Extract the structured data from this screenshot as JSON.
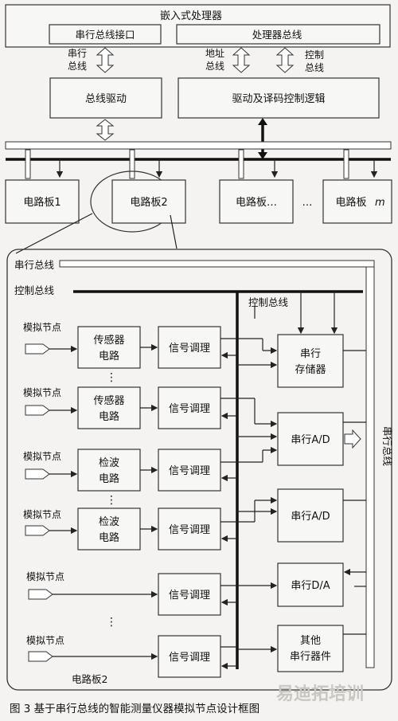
{
  "processor": {
    "title": "嵌入式处理器",
    "serial_interface": "串行总线接口",
    "processor_bus": "处理器总线"
  },
  "top_labels": {
    "serial_bus_1": "串行",
    "serial_bus_2": "总线",
    "address_1": "地址",
    "address_2": "总线",
    "control_1": "控制",
    "control_2": "总线"
  },
  "blocks": {
    "bus_driver": "总线驱动",
    "decoder": "驱动及译码控制逻辑"
  },
  "boards": {
    "b1": "电路板1",
    "b2": "电路板2",
    "b3": "电路板…",
    "ellipsis": "…",
    "bm_prefix": "电路板",
    "bm_suffix": "m"
  },
  "detail": {
    "serial_bus": "串行总线",
    "control_bus": "控制总线",
    "control_bus_inner": "控制总线",
    "serial_bus_vertical": "串行总线",
    "board_label": "电路板2",
    "analog_node": "模拟节点",
    "sensor_1": "传感器",
    "sensor_2": "电路",
    "detect_1": "检波",
    "detect_2": "电路",
    "signal_cond": "信号调理",
    "dots": "⋮",
    "serial_mem_1": "串行",
    "serial_mem_2": "存储器",
    "serial_ad": "串行A/D",
    "serial_da": "串行D/A",
    "other_1": "其他",
    "other_2": "串行器件"
  },
  "caption": "图 3   基于串行总线的智能测量仪器模拟节点设计框图",
  "watermark": "易迪拓培训"
}
